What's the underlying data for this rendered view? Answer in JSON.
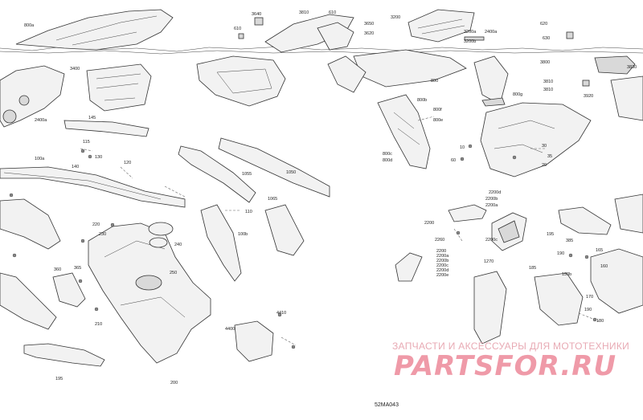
{
  "diagram": {
    "code": "52MA043",
    "watermark": {
      "subtitle": "ЗАПЧАСТИ И АКСЕССУАРЫ ДЛЯ МОТОТЕХНИКИ",
      "brand": "PARTSFOR.RU"
    },
    "labels": [
      "800a",
      "3640",
      "610",
      "3810",
      "610",
      "3650",
      "3620",
      "3200",
      "3200a",
      "3200b",
      "2400a",
      "620",
      "630",
      "3800",
      "3810",
      "3830",
      "3920",
      "3810",
      "3400",
      "2400a",
      "800",
      "800b",
      "800f",
      "800e",
      "800c",
      "800d",
      "800g",
      "145",
      "115",
      "130",
      "140",
      "120",
      "100a",
      "30",
      "35",
      "10",
      "60",
      "20",
      "2200d",
      "2200b",
      "2200a",
      "2200c",
      "2260",
      "2200",
      "2200a",
      "2200b",
      "2200c",
      "2200d",
      "2200e",
      "195",
      "220",
      "230",
      "240",
      "250",
      "110",
      "100b",
      "1065",
      "1055",
      "1050",
      "2200",
      "1270",
      "185",
      "190",
      "385",
      "165",
      "160",
      "150b",
      "170",
      "180",
      "190",
      "210",
      "200",
      "4410",
      "4400",
      "360",
      "365",
      "195"
    ],
    "label_ids": [
      "800a",
      "3640",
      "610",
      "3810",
      "610",
      "3650",
      "3620",
      "3200",
      "3200a",
      "3200b",
      "2400a",
      "620",
      "630",
      "3800",
      "3810",
      "3830",
      "3920",
      "3810",
      "3400",
      "2400a",
      "800",
      "800b",
      "800f",
      "800e",
      "800c",
      "800d",
      "800g",
      "145",
      "115",
      "130",
      "140",
      "120",
      "100a",
      "30",
      "35",
      "10",
      "60",
      "20",
      "2200d",
      "2200b",
      "2200a",
      "2200c",
      "2260",
      "2200",
      "2200a",
      "2200b",
      "2200c",
      "2200d",
      "2200e",
      "195",
      "220",
      "230",
      "240",
      "250",
      "110",
      "100b",
      "1065",
      "1055",
      "1050",
      "2200",
      "1270",
      "185",
      "190",
      "385",
      "165",
      "160",
      "150b",
      "170",
      "180",
      "190",
      "210",
      "200",
      "4410",
      "4400",
      "360",
      "365",
      "195"
    ]
  }
}
